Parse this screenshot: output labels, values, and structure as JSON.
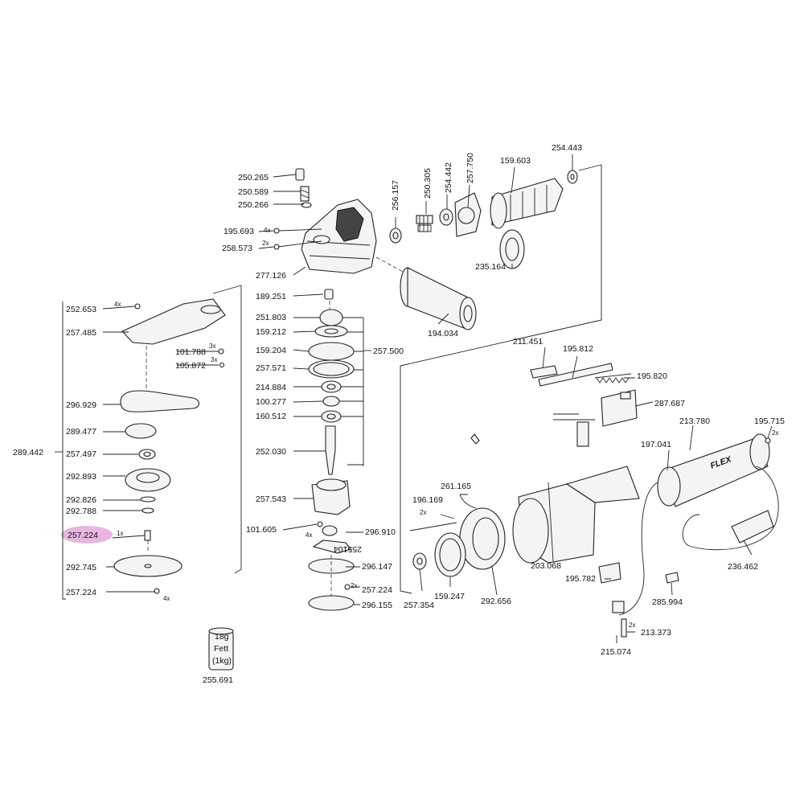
{
  "colors": {
    "highlight": "#e8b6e0",
    "ink": "#111111",
    "background": "#ffffff"
  },
  "parts": {
    "p250_265": "250.265",
    "p250_589": "250.589",
    "p250_266": "250.266",
    "p195_693": "195.693",
    "p258_573": "258.573",
    "p277_126": "277.126",
    "p256_157": "256.157",
    "p250_305": "250.305",
    "p254_442": "254.442",
    "p257_750": "257.750",
    "p159_603": "159.603",
    "p254_443": "254.443",
    "p235_164": "235.164",
    "p194_034": "194.034",
    "p189_251": "189.251",
    "p251_803": "251.803",
    "p159_212": "159.212",
    "p159_204": "159.204",
    "p257_571": "257.571",
    "p257_500": "257.500",
    "p214_884": "214.884",
    "p100_277": "100.277",
    "p160_512": "160.512",
    "p252_030": "252.030",
    "p257_543": "257.543",
    "p101_605": "101.605",
    "p296_910": "296.910",
    "p255104": "255104",
    "p296_147": "296.147",
    "p257_224_c": "257.224",
    "p296_155": "296.155",
    "p252_653": "252.653",
    "p257_485": "257.485",
    "p101_788": "101.788",
    "p105_872": "105.872",
    "p296_929": "296.929",
    "p289_477": "289.477",
    "p257_497": "257.497",
    "p292_893": "292.893",
    "p292_826": "292.826",
    "p292_788": "292.788",
    "p257_224_hl": "257.224",
    "p292_745": "292.745",
    "p257_224_l": "257.224",
    "p289_442": "289.442",
    "p211_451": "211.451",
    "p195_812": "195.812",
    "p195_820": "195.820",
    "p287_687": "287.687",
    "p213_780": "213.780",
    "p195_715": "195.715",
    "p197_041": "197.041",
    "p261_165": "261.165",
    "p196_169": "196.169",
    "p203_068": "203.068",
    "p236_462": "236.462",
    "p195_782": "195.782",
    "p285_994": "285.994",
    "p213_373": "213.373",
    "p215_074": "215.074",
    "p159_247": "159.247",
    "p292_656": "292.656",
    "p257_354": "257.354",
    "p255_691": "255.691"
  },
  "qty": {
    "q4x_a": "4x",
    "q2x_a": "2x",
    "q4x_b": "4x",
    "q3x_a": "3x",
    "q3x_b": "3x",
    "q1x": "1x",
    "q4x_c": "4x",
    "q4x_d": "4x",
    "q2x_b": "2x",
    "q2x_c": "2x",
    "q2x_d": "2x",
    "q2x_e": "2x"
  },
  "grease": {
    "weight": "18g",
    "name": "Fett",
    "size": "(1kg)"
  },
  "brand": "FLEX"
}
